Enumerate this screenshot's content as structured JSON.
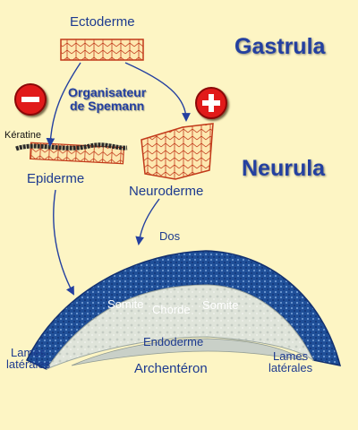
{
  "labels": {
    "ectoderme": "Ectoderme",
    "gastrula": "Gastrula",
    "organisateur_line1": "Organisateur",
    "organisateur_line2": "de Spemann",
    "keratine": "Kératine",
    "epiderme": "Epiderme",
    "neuroderme": "Neuroderme",
    "neurula": "Neurula",
    "dos": "Dos",
    "somite_left": "Somite",
    "chorde": "Chorde",
    "somite_right": "Somite",
    "endoderme": "Endoderme",
    "lames_left_line1": "Lames",
    "lames_left_line2": "latérales",
    "archenteron": "Archentéron",
    "lames_right_line1": "Lames",
    "lames_right_line2": "latérales"
  },
  "signs": {
    "left": "minus",
    "right": "plus"
  },
  "colors": {
    "background": "#fdf5c4",
    "tissue_outline": "#c23a1a",
    "tissue_fill": "#fde8b0",
    "arrow": "#2440a0",
    "dark_blue_tissue": "#1f4f98",
    "pale_tissue": "#dfe4da",
    "sign_red": "#e11a1a"
  }
}
